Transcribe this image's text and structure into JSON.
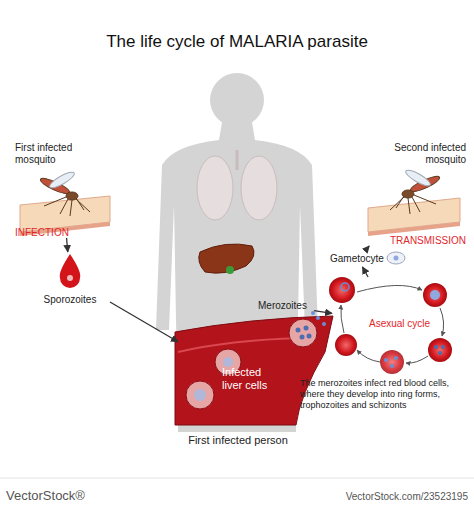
{
  "diagram": {
    "title": "The life cycle of MALARIA parasite",
    "nodes": [
      {
        "text": [
          "First infected mosquito",
          "INFECTION"
        ]
      },
      {
        "text": [
          "Sporozoites"
        ]
      },
      {
        "text": [
          "Infected liver cells"
        ]
      },
      {
        "text": [
          "Merozoites"
        ]
      },
      {
        "text": [
          "Gametocyte"
        ]
      },
      {
        "text": [
          "Second infected mosquito",
          "TRANSMISSION"
        ]
      },
      {
        "text": [
          "Asexual cycle"
        ]
      }
    ],
    "edges": [
      {
        "from": 0,
        "to": 1,
        "arrow": "to"
      },
      {
        "from": 1,
        "to": 2,
        "arrow": "to"
      },
      {
        "from": 3,
        "to": 6,
        "arrow": "to"
      },
      {
        "from": 6,
        "to": 4,
        "arrow": "to"
      },
      {
        "from": 4,
        "to": 5,
        "arrow": "to"
      }
    ],
    "labels": [
      "First infected person",
      "The merozoites infect red blood cells, where they develop into ring forms, trophozoites and schizonts",
      "VectorStock®",
      "VectorStock.com/23523195"
    ]
  }
}
